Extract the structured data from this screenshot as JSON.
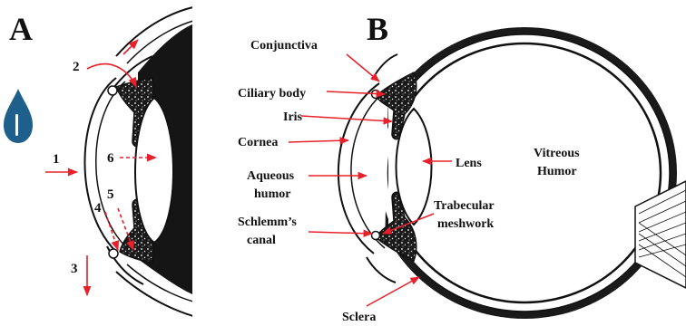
{
  "colors": {
    "arrow": "#e8202a",
    "ink": "#111111",
    "drop": "#1f5f8b",
    "paper": "#ffffff"
  },
  "panel_a": {
    "letter": "A",
    "numbers": {
      "n1": "1",
      "n2": "2",
      "n3": "3",
      "n4": "4",
      "n5": "5",
      "n6": "6"
    },
    "icon": "eye-drop-icon"
  },
  "panel_b": {
    "letter": "B",
    "labels": {
      "conjunctiva": "Conjunctiva",
      "ciliary_body": "Ciliary body",
      "iris": "Iris",
      "cornea": "Cornea",
      "aqueous_1": "Aqueous",
      "aqueous_2": "humor",
      "schlemm_1": "Schlemm’s",
      "schlemm_2": "canal",
      "sclera": "Sclera",
      "lens": "Lens",
      "vitreous_1": "Vitreous",
      "vitreous_2": "Humor",
      "trabecular_1": "Trabecular",
      "trabecular_2": "meshwork"
    }
  }
}
